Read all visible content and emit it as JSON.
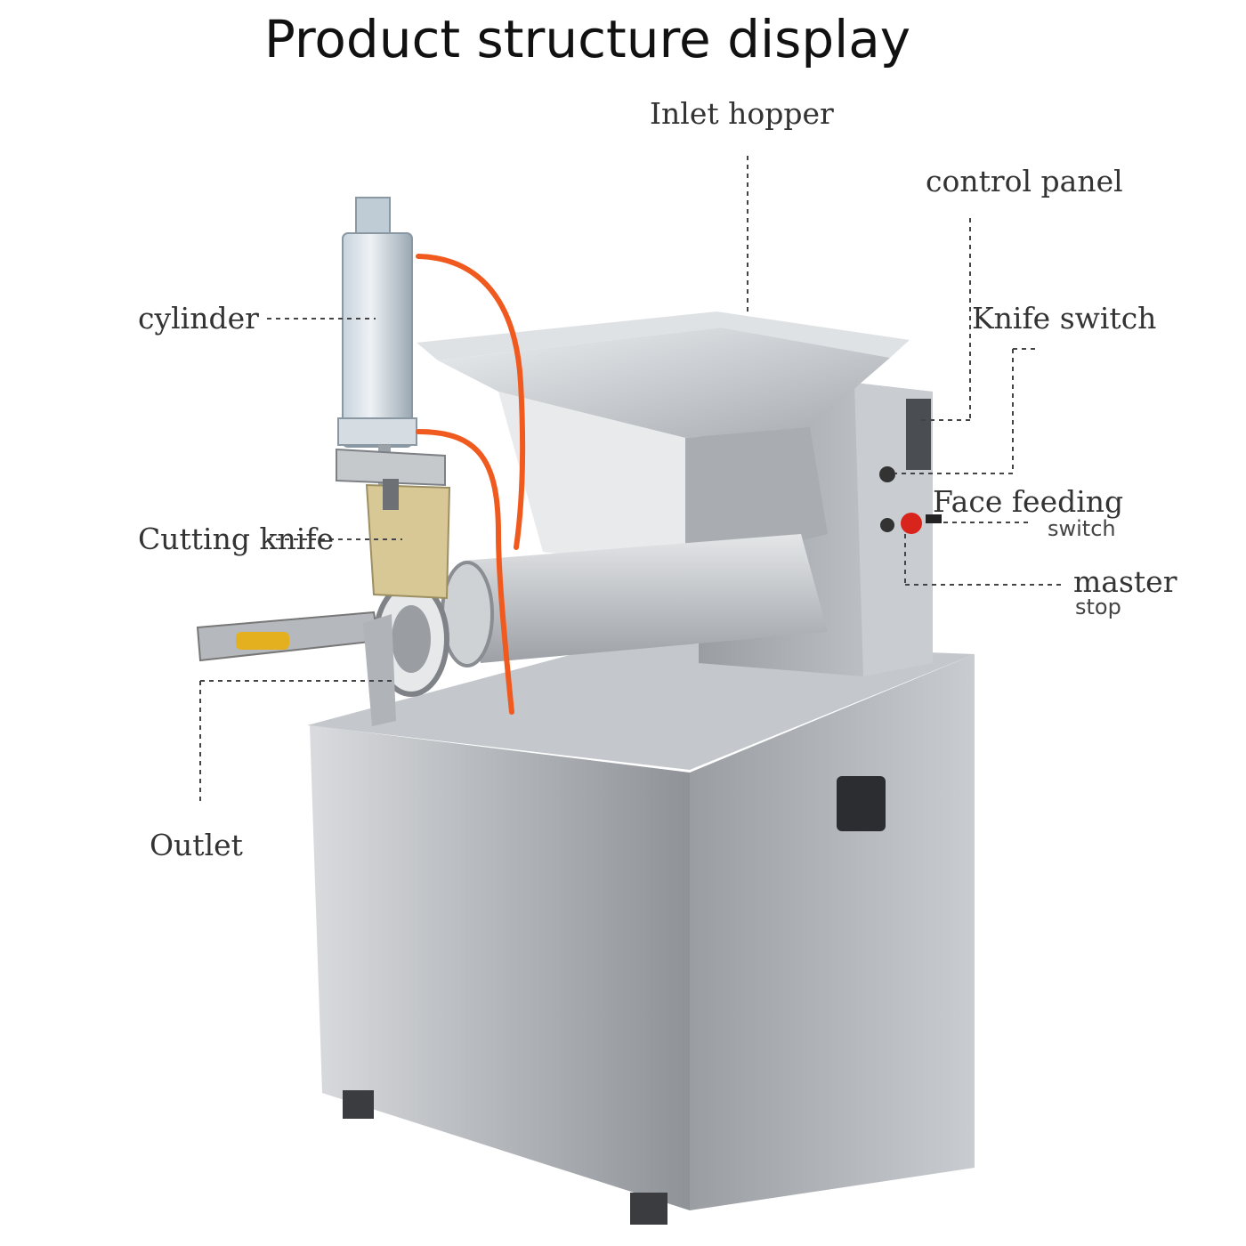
{
  "title": "Product structure display",
  "labels": {
    "inlet_hopper": "Inlet hopper",
    "control_panel": "control panel",
    "cylinder": "cylinder",
    "knife_switch": "Knife switch",
    "face_feeding": "Face feeding",
    "face_feeding_sub": "switch",
    "cutting_knife": "Cutting knife",
    "master": "master",
    "master_sub": "stop",
    "outlet": "Outlet"
  },
  "colors": {
    "steel": "#b9bcc0",
    "steel_dark": "#8d9196",
    "hose": "#f05a1e",
    "knife": "#d8c896",
    "leader": "#444444"
  }
}
